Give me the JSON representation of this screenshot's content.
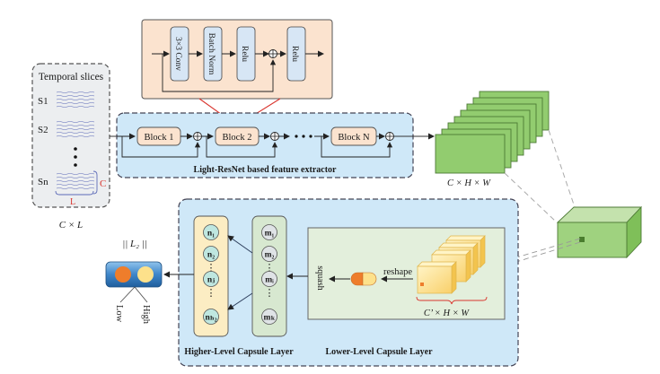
{
  "input": {
    "title": "Temporal slices",
    "slices": [
      "S1",
      "S2",
      "Sn"
    ],
    "dim_c": "C",
    "dim_l": "L",
    "shape": "C × L"
  },
  "resblock_detail": {
    "layers": [
      "3×3 Conv",
      "Batch Norm",
      "Relu",
      "Relu"
    ]
  },
  "extractor": {
    "label": "Light-ResNet based feature extractor",
    "blocks": [
      "Block 1",
      "Block 2",
      "Block N"
    ]
  },
  "feature_map": {
    "shape": "C × H × W"
  },
  "capsules": {
    "lower_label": "Lower-Level Capsule Layer",
    "higher_label": "Higher-Level Capsule Layer",
    "reshape_label": "reshape",
    "squash_label": "squash",
    "lower_shape": "C’ × H × W",
    "m_nodes": [
      "m₁",
      "m₂",
      "⋮",
      "mᵢ",
      "⋮",
      "mₖ"
    ],
    "n_nodes": [
      "n₁",
      "n₂",
      "⋮",
      "nⱼ",
      "⋮",
      "nₕ₂"
    ]
  },
  "output": {
    "norm_label": "|| L₂ ||",
    "low_label": "Low",
    "high_label": "High"
  },
  "colors": {
    "extractor_fill": "#cfe8f8",
    "resblock_fill": "#fbe3cf",
    "feature_green": "#92cc6f",
    "capsule_panel": "#e3efdc",
    "highlight_red": "#d9352e",
    "orange": "#ee7d2b",
    "yellow": "#fde18b"
  }
}
